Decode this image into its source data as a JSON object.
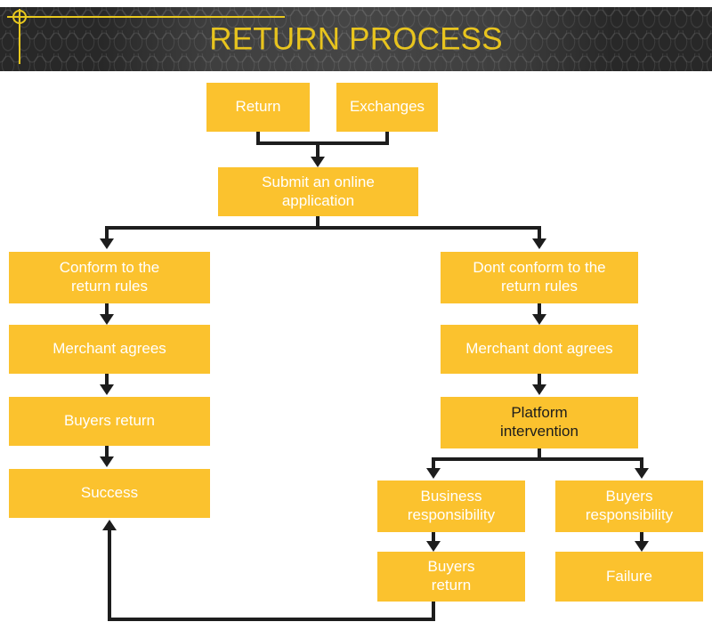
{
  "header": {
    "title": "RETURN PROCESS",
    "title_color": "#E8C41E",
    "background_color": "#333333",
    "guide_marker_color": "#E8C81E"
  },
  "theme": {
    "node_fill": "#FBC22E",
    "node_text": "#FFFFFF",
    "node_text_dark": "#1C1C1C",
    "connector": "#1D1D1D",
    "canvas": "#FFFFFF"
  },
  "flow": {
    "start_nodes": [
      {
        "id": "return",
        "label": "Return"
      },
      {
        "id": "exchanges",
        "label": "Exchanges"
      }
    ],
    "submit": {
      "id": "submit",
      "label": "Submit an online\napplication"
    },
    "left_branch": [
      {
        "id": "conform",
        "label": "Conform to the\nreturn rules"
      },
      {
        "id": "merchant-agrees",
        "label": "Merchant agrees"
      },
      {
        "id": "buyers-return-l",
        "label": "Buyers return"
      },
      {
        "id": "success",
        "label": "Success"
      }
    ],
    "right_branch": [
      {
        "id": "dont-conform",
        "label": "Dont conform to the\nreturn rules"
      },
      {
        "id": "merchant-dont-agrees",
        "label": "Merchant dont agrees"
      },
      {
        "id": "platform",
        "label": "Platform\nintervention",
        "text_style": "dark"
      }
    ],
    "outcomes_left": [
      {
        "id": "business-responsibility",
        "label": "Business\nresponsibility"
      },
      {
        "id": "buyers-return-r",
        "label": "Buyers\nreturn"
      }
    ],
    "outcomes_right": [
      {
        "id": "buyers-responsibility",
        "label": "Buyers\nresponsibility"
      },
      {
        "id": "failure",
        "label": "Failure"
      }
    ]
  }
}
